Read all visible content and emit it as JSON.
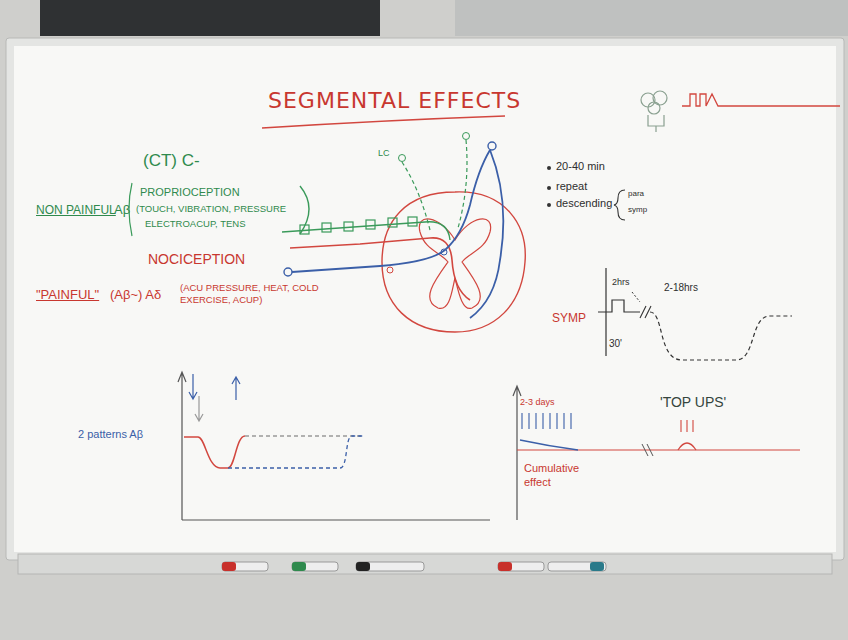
{
  "diagram": {
    "title": "SEGMENTAL EFFECTS",
    "labels": [
      "(CT) C-",
      "NON PAINFUL",
      "Aβ",
      "PROPRIOCEPTION",
      "(TOUCH, VIBRATION, PRESSURE",
      "ELECTROACUP, TENS",
      "NOCICEPTION",
      "\"PAINFUL\"",
      "(Aβ~) Aδ",
      "(ACU PRESSURE, HEAT, COLD EXERCISE, ACUP)",
      "LC",
      "20-40 min",
      "repeat",
      "descending",
      "para",
      "symp",
      "SYMP",
      "2hrs",
      "2-18hrs",
      "30'",
      "2 patterns Aβ",
      "2-3 days",
      "'TOP UPS'",
      "Cumulative effect"
    ]
  }
}
